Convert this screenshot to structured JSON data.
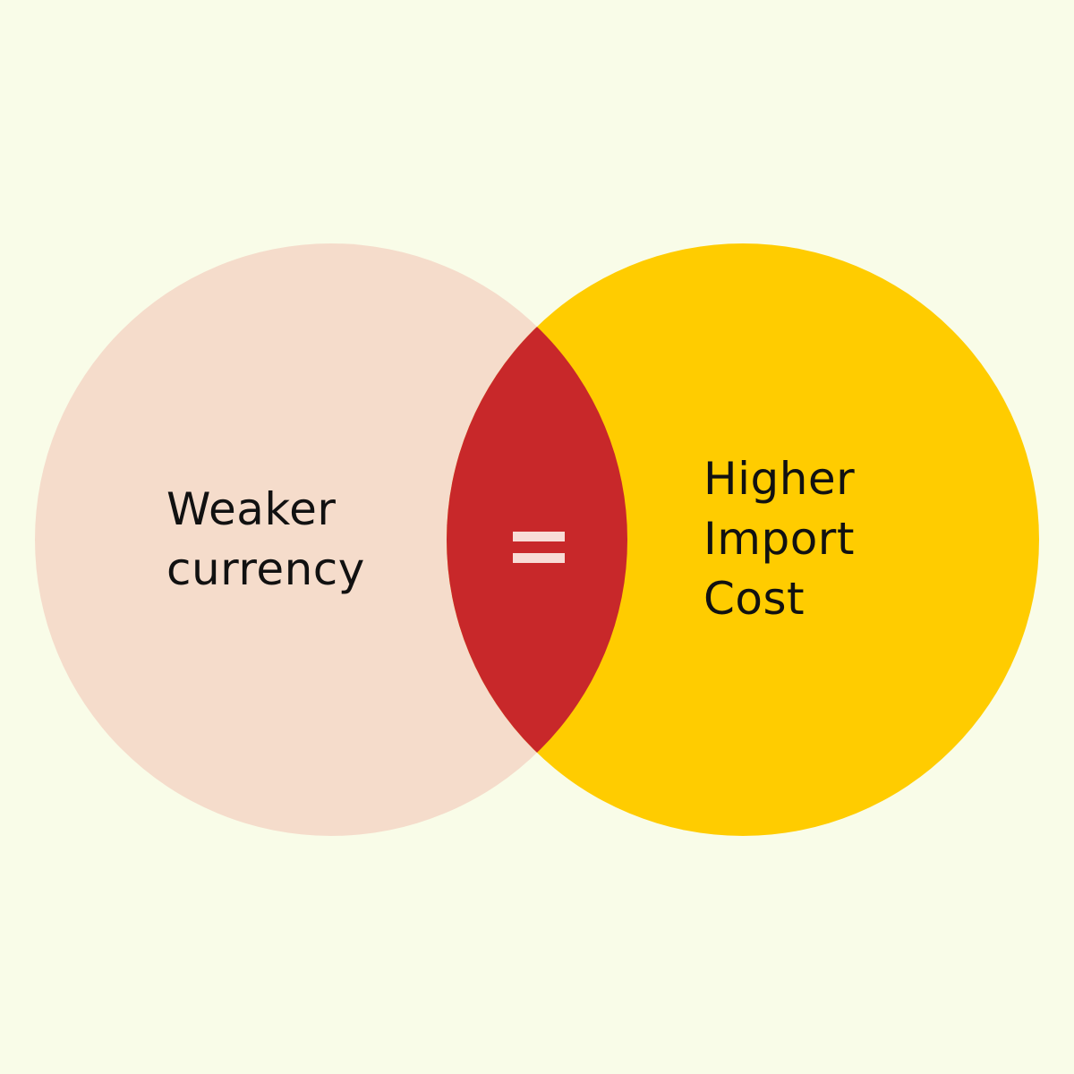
{
  "diagram": {
    "left_circle": {
      "lines": [
        "Weaker",
        "currency"
      ],
      "color": "#F5DCCB"
    },
    "right_circle": {
      "lines": [
        "Higher",
        "Import",
        "Cost"
      ],
      "color": "#FFCC00"
    },
    "intersection": {
      "symbol": "=",
      "color": "#C8282A",
      "symbol_color": "#F8DCD6"
    },
    "background_color": "#F9FCE8"
  }
}
